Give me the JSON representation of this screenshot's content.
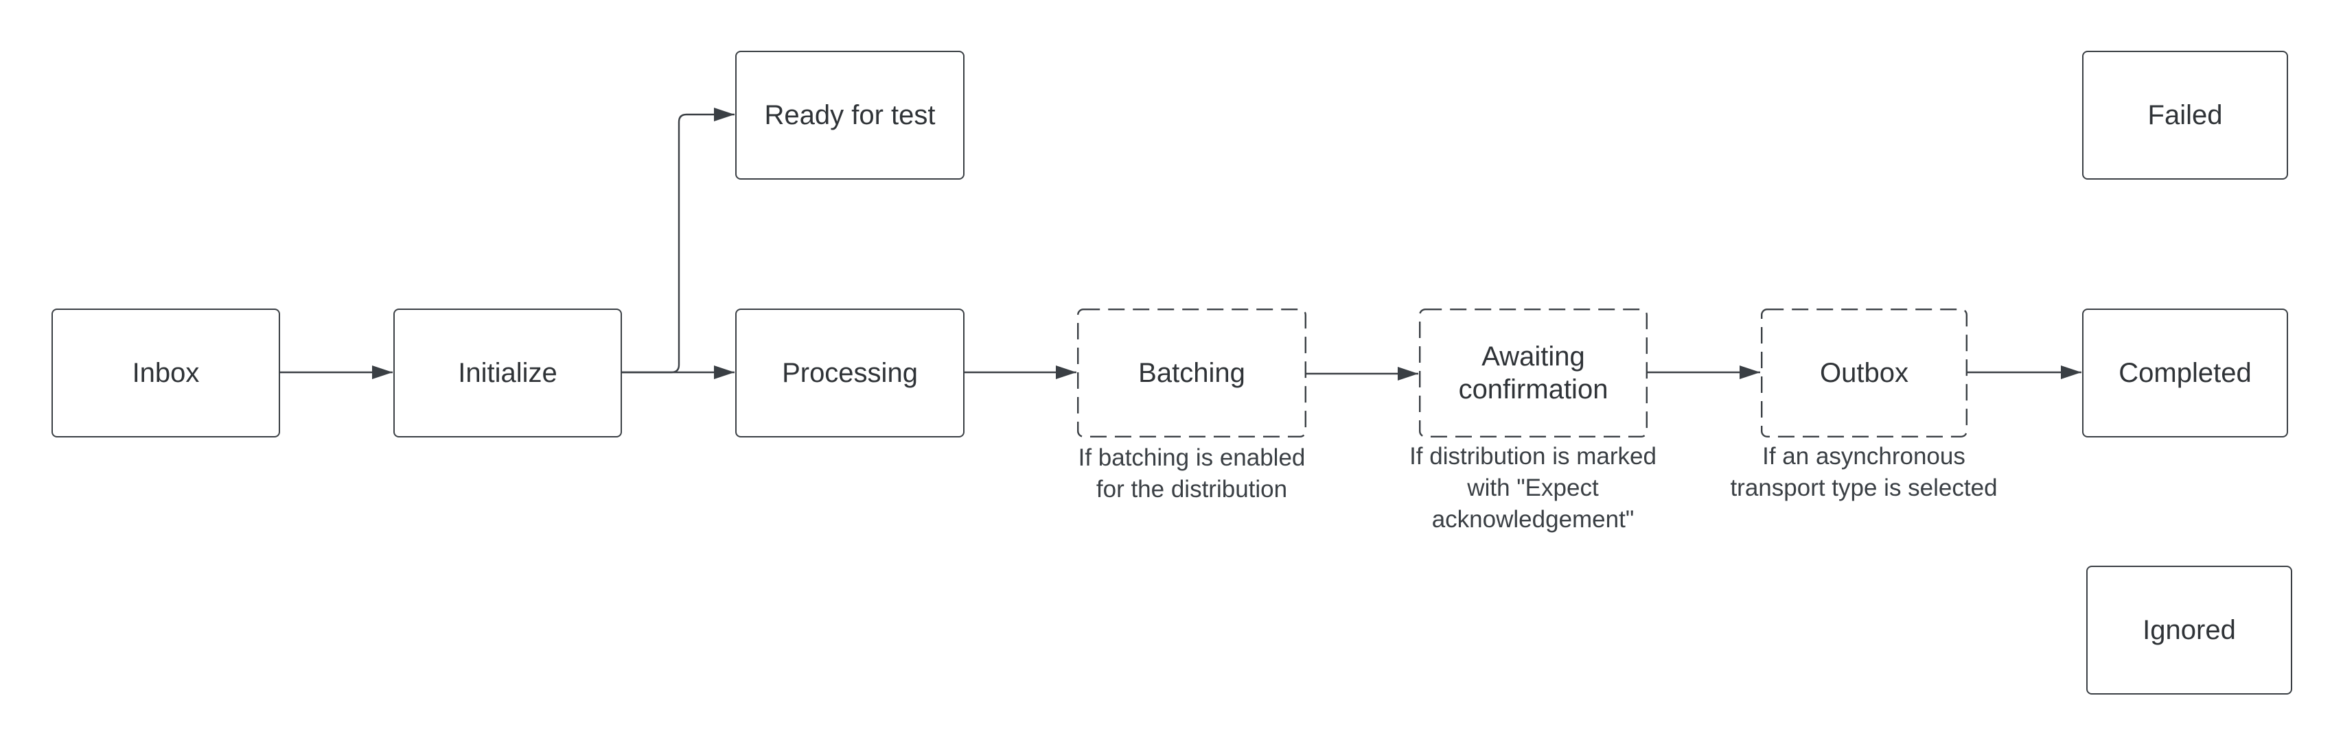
{
  "diagram": {
    "stroke_color": "#3a3f44",
    "text_color": "#2f3337",
    "background": "#ffffff",
    "nodes": {
      "inbox": "Inbox",
      "initialize": "Initialize",
      "ready_for_test": "Ready for test",
      "processing": "Processing",
      "batching": "Batching",
      "awaiting_confirmation": "Awaiting\nconfirmation",
      "outbox": "Outbox",
      "completed": "Completed",
      "failed": "Failed",
      "ignored": "Ignored"
    },
    "notes": {
      "batching": "If batching is enabled\nfor the distribution",
      "awaiting_confirmation": "If distribution is marked\nwith \"Expect\nacknowledgement\"",
      "outbox": "If an asynchronous\ntransport type is selected"
    },
    "edges": [
      {
        "from": "Inbox",
        "to": "Initialize"
      },
      {
        "from": "Initialize",
        "to": "Processing"
      },
      {
        "from": "Initialize",
        "to": "Ready for test"
      },
      {
        "from": "Processing",
        "to": "Batching"
      },
      {
        "from": "Batching",
        "to": "Awaiting confirmation"
      },
      {
        "from": "Awaiting confirmation",
        "to": "Outbox"
      },
      {
        "from": "Outbox",
        "to": "Completed"
      }
    ]
  }
}
